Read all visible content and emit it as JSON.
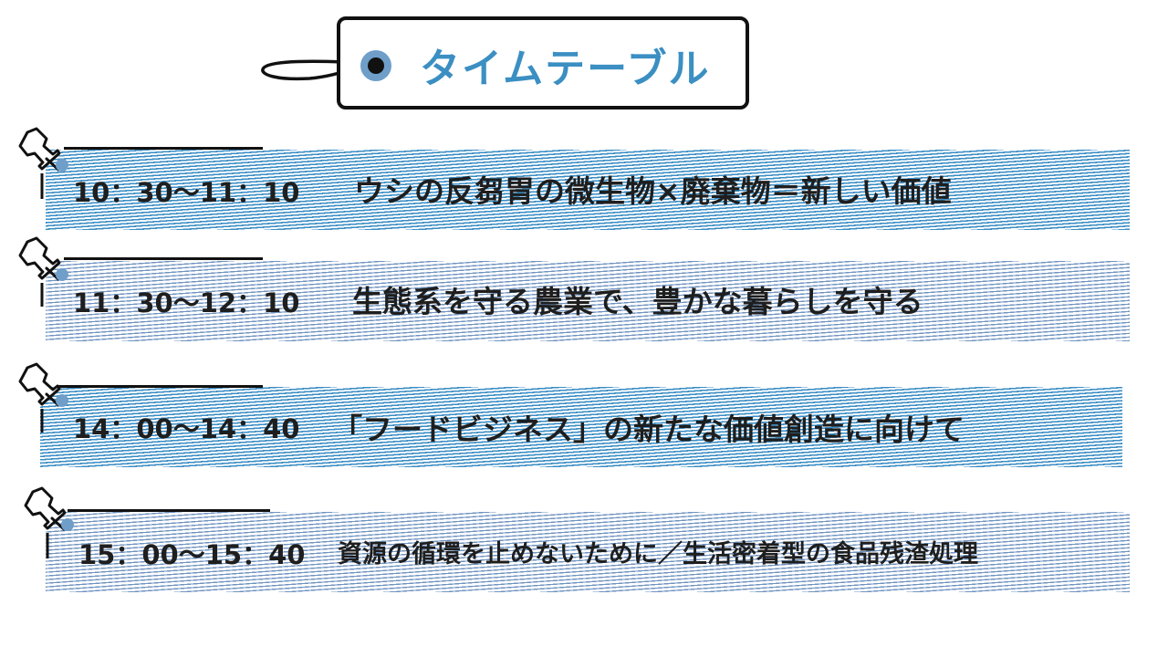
{
  "header": {
    "title": "タイムテーブル"
  },
  "schedule": [
    {
      "time": "10：30～11：10",
      "title": "ウシの反芻胃の微生物×廃棄物＝新しい価値"
    },
    {
      "time": "11：30～12：10",
      "title": "生態系を守る農業で、豊かな暮らしを守る"
    },
    {
      "time": "14：00～14：40",
      "title": "「フードビジネス」の新たな価値創造に向けて"
    },
    {
      "time": "15：00～15：40",
      "title": "資源の循環を止めないために／生活密着型の食品残渣処理"
    }
  ],
  "colors": {
    "accent": "#3b8fc2",
    "stripe_dark": "#3a8dc4",
    "stripe_light": "#6f93c0",
    "pin_head": "#6f9ec9"
  },
  "icons": {
    "pin": "push-pin-icon",
    "tag": "tag-icon"
  }
}
